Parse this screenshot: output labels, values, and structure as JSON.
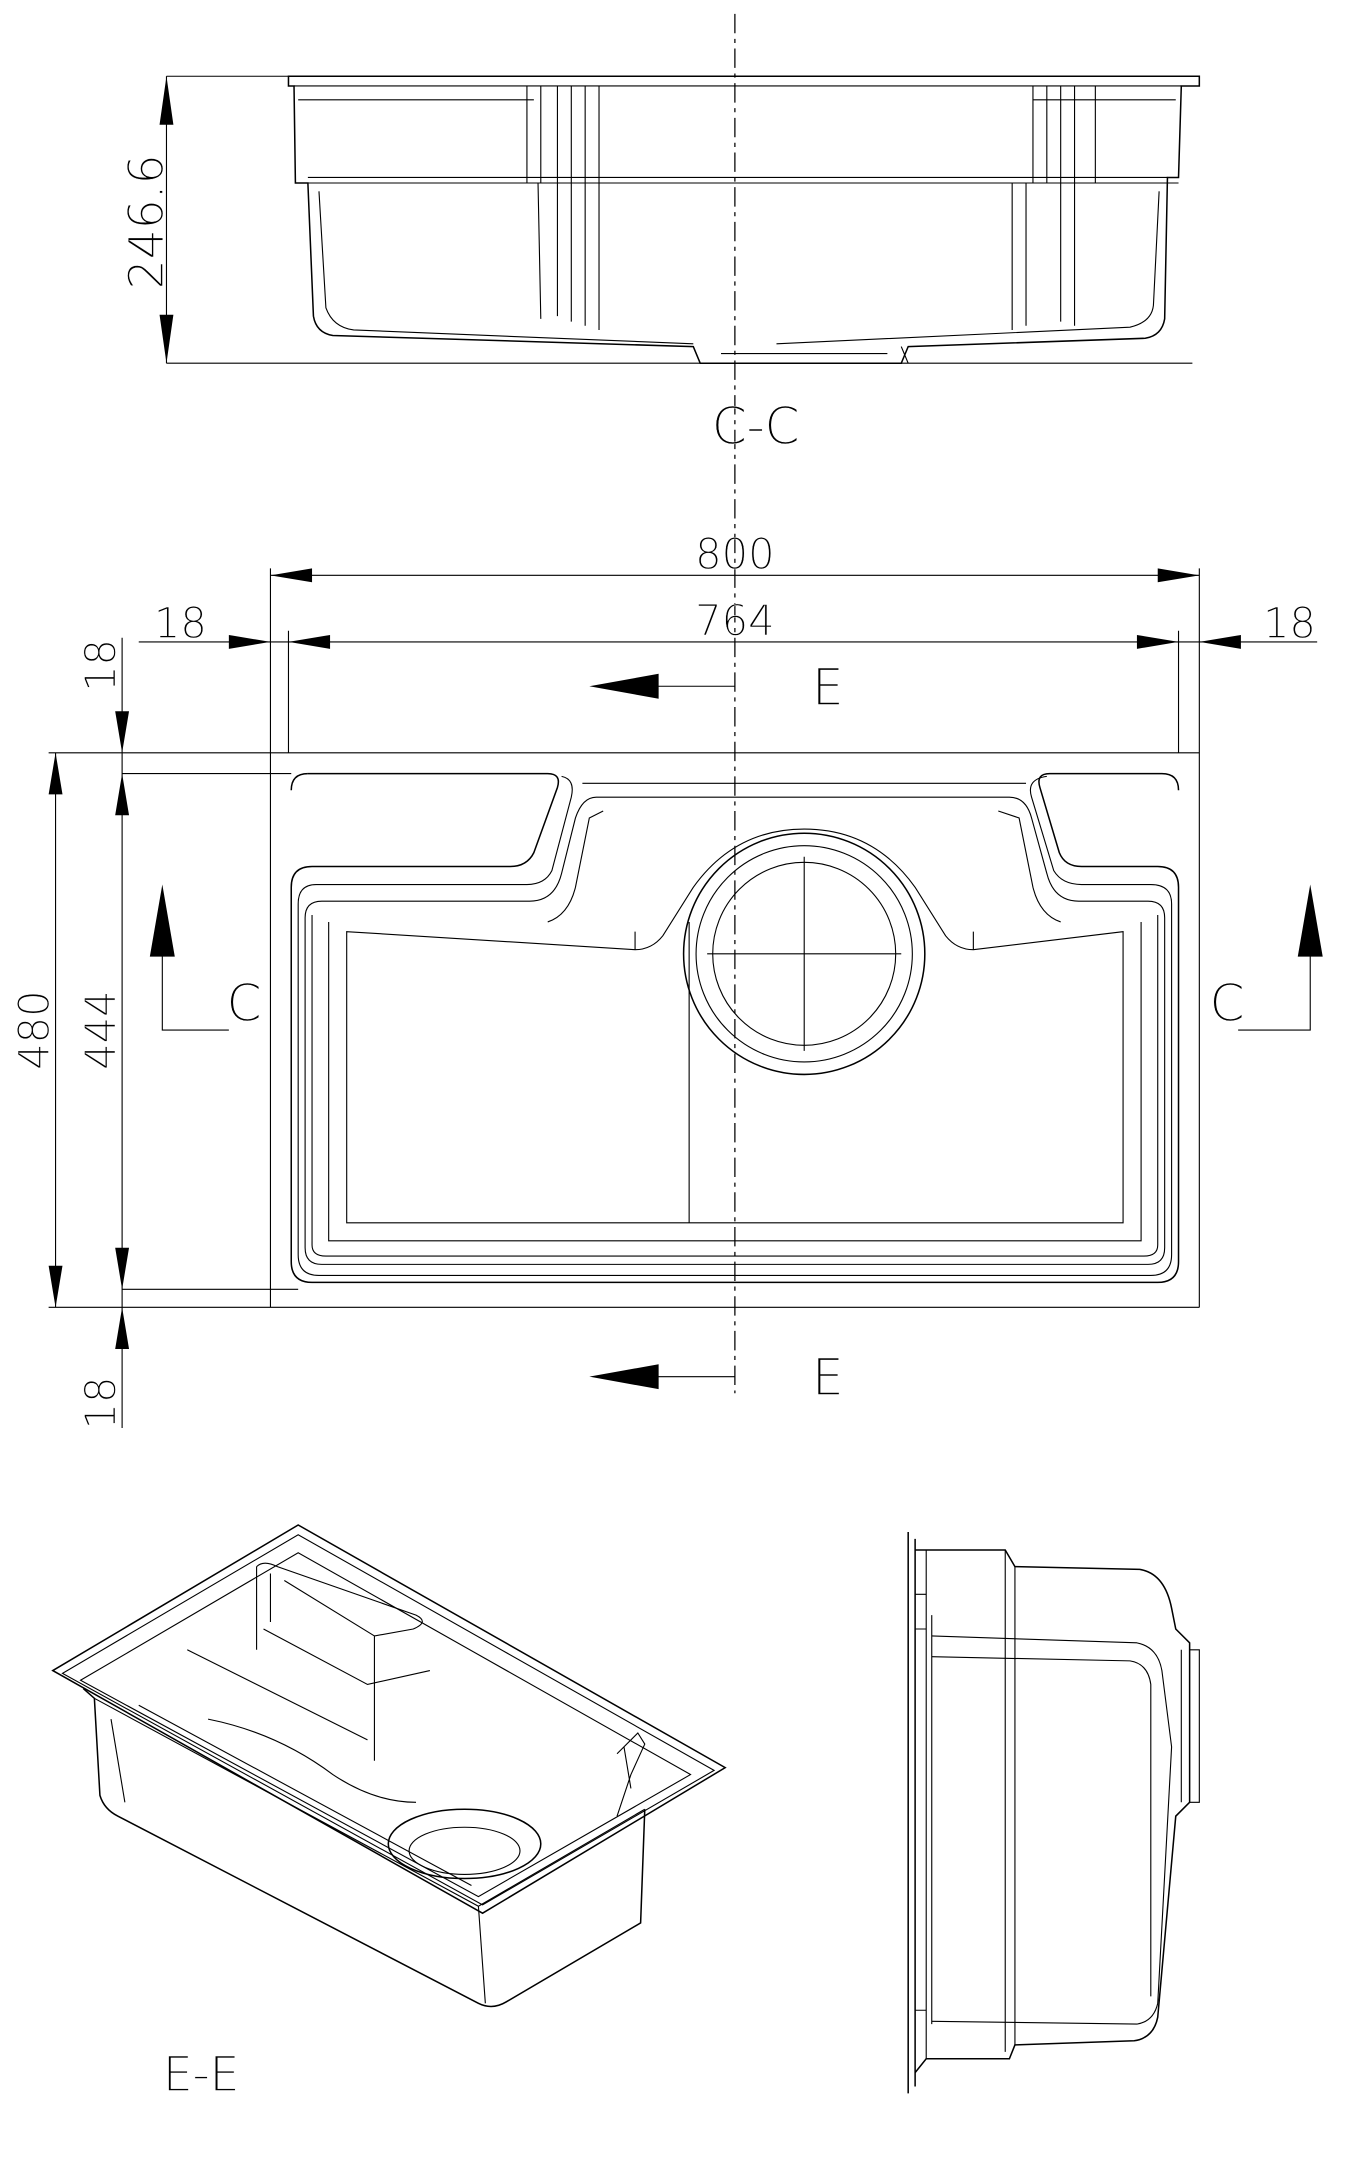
{
  "views": {
    "section_cc": {
      "label": "C-C",
      "height_dim": "246.6"
    },
    "plan": {
      "overall_width": "800",
      "inner_width": "764",
      "left_margin": "18",
      "right_margin": "18",
      "overall_depth": "480",
      "inner_depth": "444",
      "top_margin": "18",
      "bottom_margin": "18",
      "section_e_top": "E",
      "section_e_bottom": "E",
      "section_c_left": "C",
      "section_c_right": "C"
    },
    "isometric": {
      "label": "E-E"
    }
  }
}
